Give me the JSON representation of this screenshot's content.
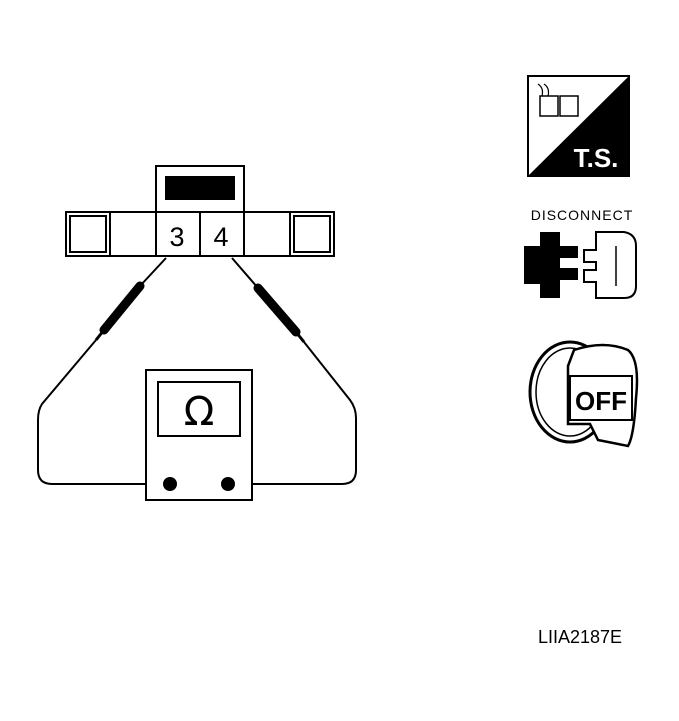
{
  "connector": {
    "pin_left": "3",
    "pin_right": "4"
  },
  "meter": {
    "unit_symbol": "Ω"
  },
  "icons": {
    "ts_label": "T.S.",
    "disconnect_label": "DISCONNECT",
    "key_label": "OFF"
  },
  "figure_code": "LIIA2187E"
}
